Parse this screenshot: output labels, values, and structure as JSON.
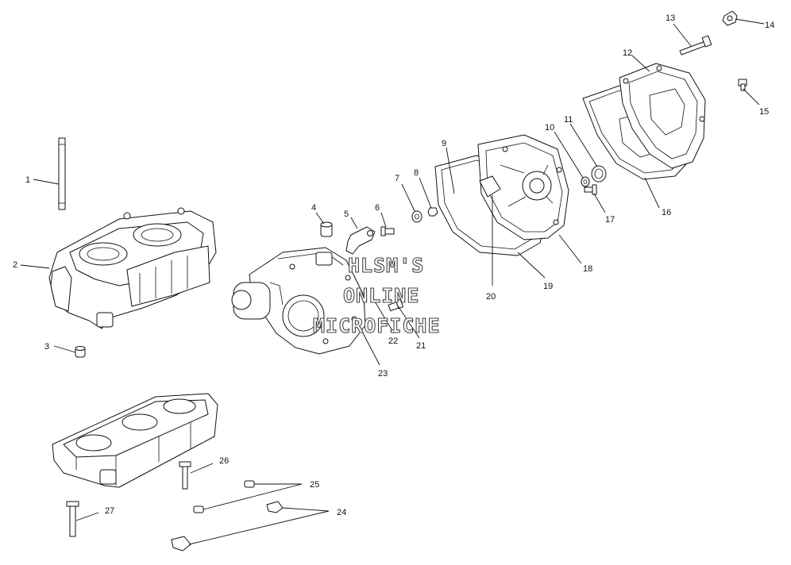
{
  "watermark": {
    "line1": "HLSM'S",
    "line2": "ONLINE",
    "line3": "MICROFICHE"
  },
  "callouts": {
    "c1": "1",
    "c2": "2",
    "c3": "3",
    "c4": "4",
    "c5": "5",
    "c6": "6",
    "c7": "7",
    "c8": "8",
    "c9": "9",
    "c10": "10",
    "c11": "11",
    "c12": "12",
    "c13": "13",
    "c14": "14",
    "c15": "15",
    "c16": "16",
    "c17": "17",
    "c18": "18",
    "c19": "19",
    "c20": "20",
    "c21": "21",
    "c22": "22",
    "c23": "23",
    "c24": "24",
    "c25": "25",
    "c26": "26",
    "c27": "27"
  }
}
